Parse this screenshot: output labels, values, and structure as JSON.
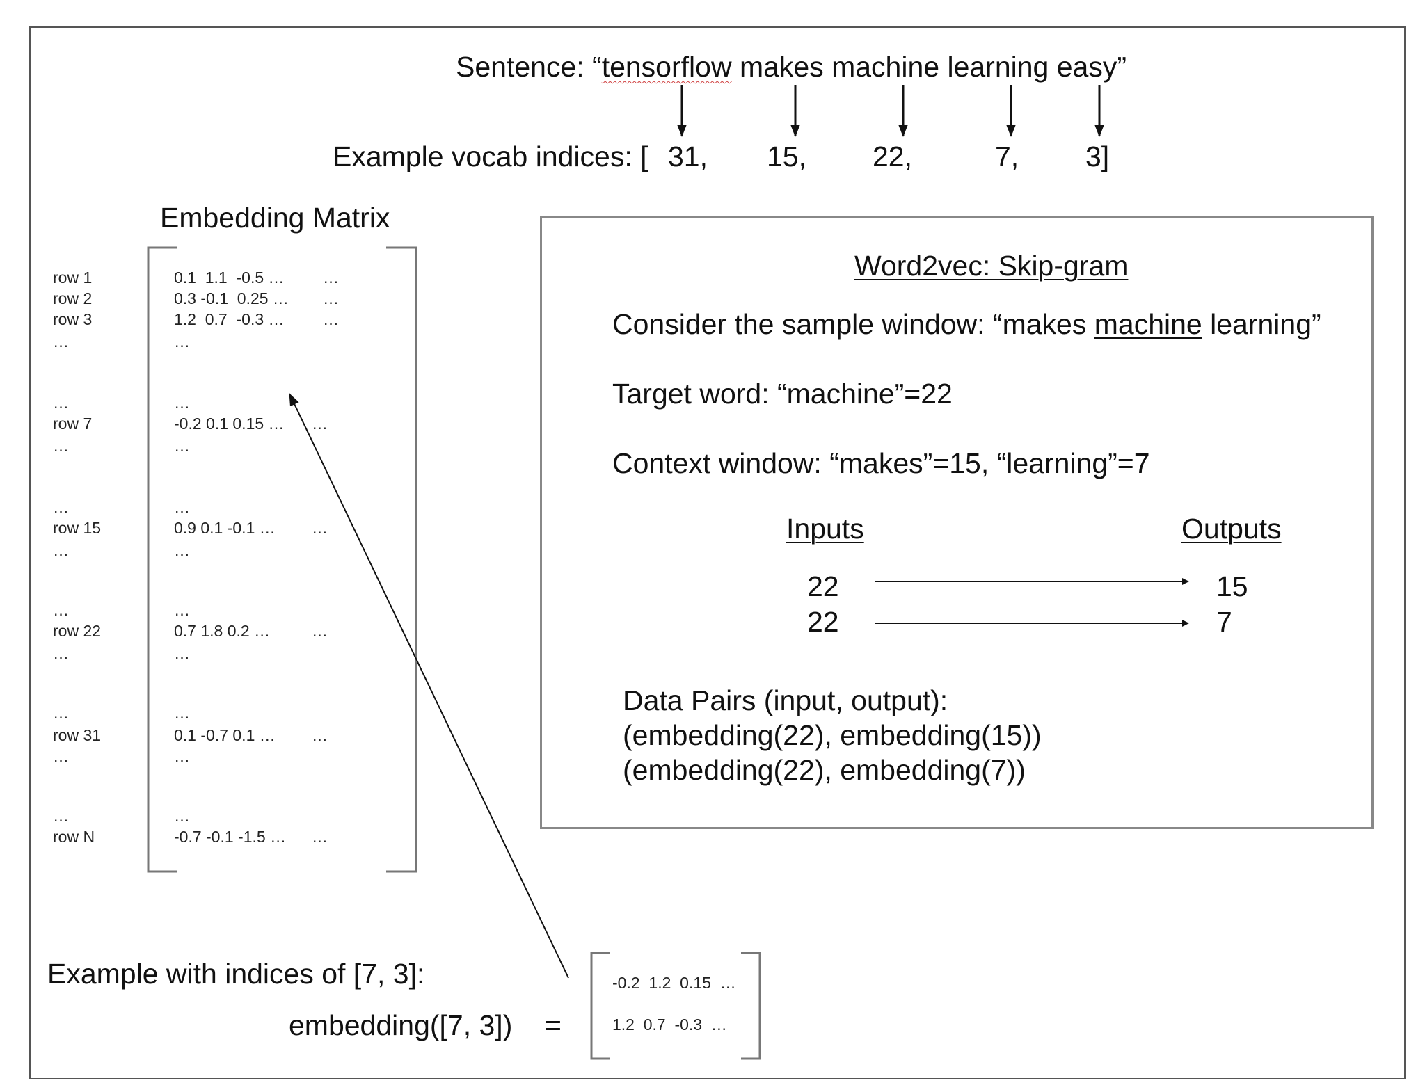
{
  "header": {
    "sentence_prefix": "Sentence: “",
    "sentence_word1": "tensorflow",
    "sentence_rest": " makes machine learning easy”",
    "indices_label": "Example vocab indices: [",
    "indices": [
      "31,",
      "15,",
      "22,",
      "7,",
      "3]"
    ]
  },
  "matrix": {
    "title": "Embedding Matrix",
    "rows": [
      {
        "label": "row 1",
        "values": "0.1  1.1  -0.5 …",
        "tail": "…"
      },
      {
        "label": "row 2",
        "values": "0.3 -0.1  0.25 …",
        "tail": "…"
      },
      {
        "label": "row 3",
        "values": "1.2  0.7  -0.3 …",
        "tail": "…"
      },
      {
        "label": "…",
        "values": "…",
        "tail": ""
      },
      {
        "label": "…",
        "values": "…",
        "tail": ""
      },
      {
        "label": "row 7",
        "values": "-0.2 0.1 0.15 …",
        "tail": "…"
      },
      {
        "label": "…",
        "values": "…",
        "tail": ""
      },
      {
        "label": "…",
        "values": "…",
        "tail": ""
      },
      {
        "label": "row 15",
        "values": "0.9 0.1 -0.1 …",
        "tail": "…"
      },
      {
        "label": "…",
        "values": "…",
        "tail": ""
      },
      {
        "label": "…",
        "values": "…",
        "tail": ""
      },
      {
        "label": "row 22",
        "values": "0.7 1.8 0.2 …",
        "tail": "…"
      },
      {
        "label": "…",
        "values": "…",
        "tail": ""
      },
      {
        "label": "…",
        "values": "…",
        "tail": ""
      },
      {
        "label": "row 31",
        "values": "0.1 -0.7 0.1 …",
        "tail": "…"
      },
      {
        "label": "…",
        "values": "…",
        "tail": ""
      },
      {
        "label": "…",
        "values": "…",
        "tail": ""
      },
      {
        "label": "row N",
        "values": "-0.7 -0.1 -1.5 …",
        "tail": "…"
      }
    ]
  },
  "skipgram": {
    "title": "Word2vec: Skip-gram",
    "window_prefix": "Consider the sample window: “makes ",
    "window_target": "machine",
    "window_suffix": " learning”",
    "target_line": "Target word: “machine”=22",
    "context_line": "Context window: “makes”=15, “learning”=7",
    "inputs_header": "Inputs",
    "outputs_header": "Outputs",
    "pairs": [
      {
        "input": "22",
        "output": "15"
      },
      {
        "input": "22",
        "output": "7"
      }
    ],
    "data_pairs_title": "Data Pairs (input, output):",
    "data_pairs": [
      "(embedding(22), embedding(15))",
      "(embedding(22), embedding(7))"
    ]
  },
  "example": {
    "heading": "Example with indices of [7, 3]:",
    "call": "embedding([7, 3])",
    "equals": "=",
    "result_rows": [
      "-0.2  1.2  0.15  …",
      "1.2  0.7  -0.3  …"
    ]
  }
}
